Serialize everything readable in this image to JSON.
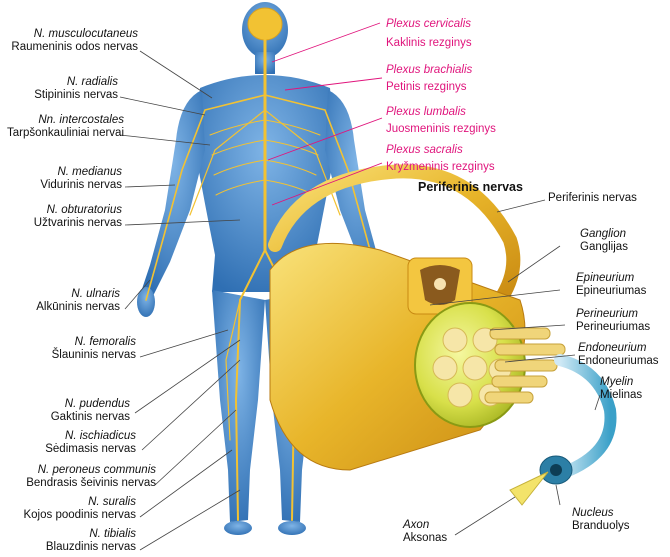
{
  "colors": {
    "body_blue": "#4f8fd0",
    "nerve_yellow": "#f2c233",
    "plexus_pink": "#e0147c",
    "text": "#111111"
  },
  "left_labels": [
    {
      "latin": "N. musculocutaneus",
      "name": "Raumeninis odos nervas"
    },
    {
      "latin": "N. radialis",
      "name": "Stipininis nervas"
    },
    {
      "latin": "Nn. intercostales",
      "name": "Tarpšonkauliniai nervai"
    },
    {
      "latin": "N. medianus",
      "name": "Vidurinis nervas"
    },
    {
      "latin": "N. obturatorius",
      "name": "Užtvarinis nervas"
    },
    {
      "latin": "N. ulnaris",
      "name": "Alkūninis nervas"
    },
    {
      "latin": "N. femoralis",
      "name": "Šlauninis nervas"
    },
    {
      "latin": "N. pudendus",
      "name": "Gaktinis nervas"
    },
    {
      "latin": "N. ischiadicus",
      "name": "Sėdimasis nervas"
    },
    {
      "latin": "N. peroneus communis",
      "name": "Bendrasis šeivinis nervas"
    },
    {
      "latin": "N. suralis",
      "name": "Kojos poodinis nervas"
    },
    {
      "latin": "N. tibialis",
      "name": "Blauzdinis nervas"
    }
  ],
  "plexus_labels": [
    {
      "latin": "Plexus cervicalis",
      "name": "Kaklinis rezginys"
    },
    {
      "latin": "Plexus brachialis",
      "name": "Petinis rezginys"
    },
    {
      "latin": "Plexus lumbalis",
      "name": "Juosmeninis rezginys"
    },
    {
      "latin": "Plexus sacralis",
      "name": "Kryžmeninis rezginys"
    }
  ],
  "detail": {
    "title": "Periferinis nervas",
    "labels": [
      {
        "latin": "",
        "name": "Periferinis nervas"
      },
      {
        "latin": "Ganglion",
        "name": "Ganglijas"
      },
      {
        "latin": "Epineurium",
        "name": "Epineuriumas"
      },
      {
        "latin": "Perineurium",
        "name": "Perineuriumas"
      },
      {
        "latin": "Endoneurium",
        "name": "Endoneuriumas"
      },
      {
        "latin": "Myelin",
        "name": "Mielinas"
      },
      {
        "latin": "Nucleus",
        "name": "Branduolys"
      },
      {
        "latin": "Axon",
        "name": "Aksonas"
      }
    ]
  }
}
